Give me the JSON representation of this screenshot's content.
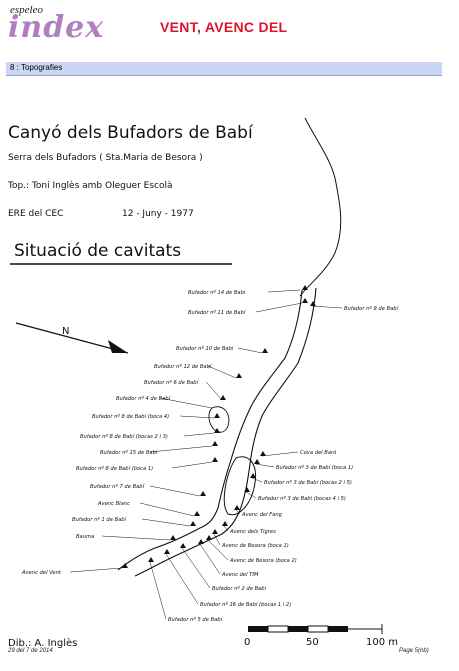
{
  "header": {
    "logo_small": "espeleo",
    "logo_big": "index",
    "title": "VENT, AVENC DEL"
  },
  "section": {
    "label": "8 : Topografies"
  },
  "map": {
    "title": "Canyó dels Bufadors de Babí",
    "subtitle": "Serra dels Bufadors  ( Sta.Maria de Besora )",
    "topo": "Top.:  Toni Inglès   amb  Oleguer Escolà",
    "group": "ERE del CEC",
    "date": "12 - Juny - 1977",
    "situacio": "Situació de cavitats",
    "north": "N",
    "drawn_by": "Dib.: A. Inglès",
    "scale": [
      "0",
      "50",
      "100 m"
    ],
    "labels": [
      "Bufador nº 14 de Babí",
      "Bufador nº 11 de Babí",
      "Bufador nº 9 de Babí",
      "Bufador nº 10 de Babí",
      "Bufador nº 12 de Babí",
      "Bufador nº 6 de Babí",
      "Bufador nº 4 de Babí",
      "Bufador nº 8 de Babí (boca 4)",
      "Bufador nº 8 de Babí (bocas 2 i 3)",
      "Bufador nº 15 de Babí",
      "Bufador nº 8 de Babí (boca 1)",
      "Bufador nº 7 de Babí",
      "Avenc Blanc",
      "Bufador nº 1 de Babí",
      "Bauma",
      "Avenc del Vent",
      "Cova del Baró",
      "Bufador nº 3 de Babí (boca 1)",
      "Bufador nº 3 de Babí (bocas 2 i 5)",
      "Bufador nº 3 de Babí (bocas 4 i 5)",
      "Avenc del Fang",
      "Avenc dels Tigres",
      "Avenc de Besora (boca 1)",
      "Avenc de Besora (boca 2)",
      "Avenc del TIM",
      "Bufador nº 2 de Babí",
      "Bufador nº 16 de Babí (bocas 1 i 2)",
      "Bufador nº 5 de Babí"
    ]
  },
  "footer": {
    "date": "29 del 7 de 2014",
    "page": "Page 5(nb)"
  }
}
